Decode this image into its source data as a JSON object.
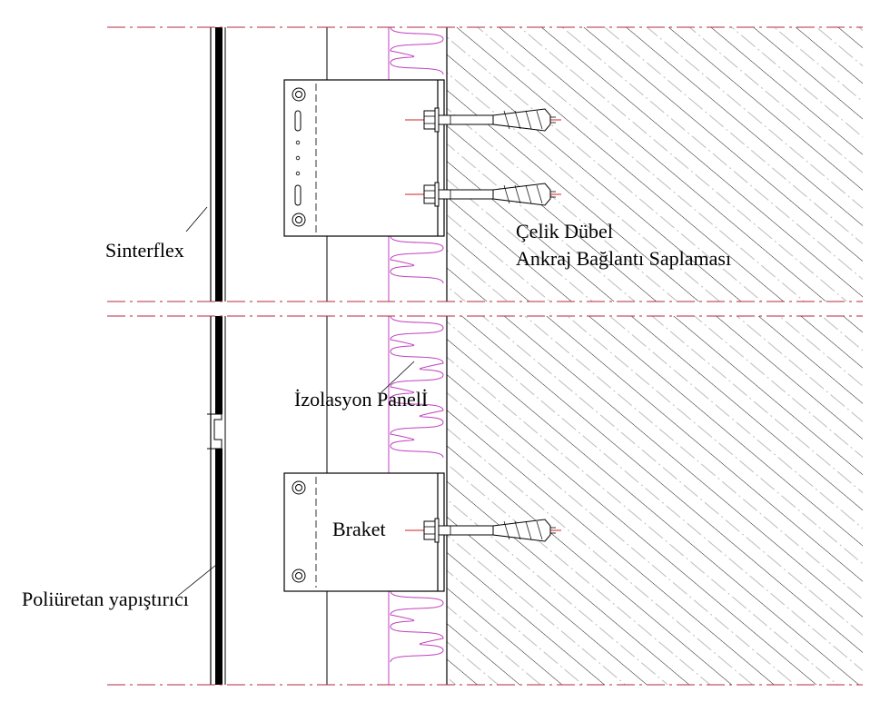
{
  "labels": {
    "sinterflex": "Sinterflex",
    "celik_dubel": "Çelik Dübel",
    "ankraj": "Ankraj Bağlantı Saplaması",
    "izolasyon": "İzolasyon Panelİ",
    "braket": "Braket",
    "poliuretan": "Poliüretan yapıştırıcı"
  },
  "colors": {
    "line": "#000000",
    "centerline": "#b4283c",
    "insulation": "#c040c0",
    "anchor_axis": "#d02020"
  }
}
